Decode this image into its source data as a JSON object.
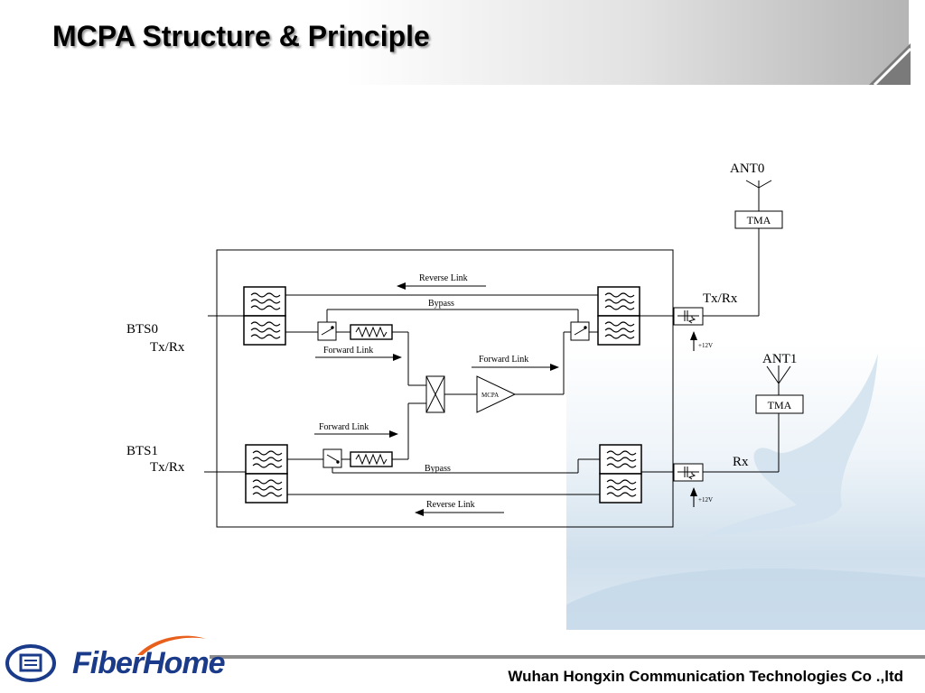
{
  "slide": {
    "title": "MCPA Structure & Principle"
  },
  "footer": {
    "company": "Wuhan Hongxin Communication Technologies Co .,ltd",
    "logo_text": "FiberHome"
  },
  "diagram": {
    "ant0": "ANT0",
    "ant1": "ANT1",
    "tma_top": "TMA",
    "tma_bottom": "TMA",
    "port_txrx": "Tx/Rx",
    "port_rx": "Rx",
    "bts0_name": "BTS0",
    "bts0_port": "Tx/Rx",
    "bts1_name": "BTS1",
    "bts1_port": "Tx/Rx",
    "reverse_link_top": "Reverse Link",
    "bypass_top": "Bypass",
    "forward_link_left_top": "Forward Link",
    "forward_link_mid": "Forward Link",
    "forward_link_left_bottom": "Forward Link",
    "bypass_bottom": "Bypass",
    "reverse_link_bottom": "Reverse Link",
    "mcpa_label": "MCPA",
    "voltage_top": "+12V",
    "voltage_bottom": "+12V"
  },
  "colors": {
    "title_shadow": "#9a9a9a",
    "logo_blue": "#1a3a8a",
    "logo_orange": "#e8601c",
    "footer_line": "#8c8c8c"
  }
}
